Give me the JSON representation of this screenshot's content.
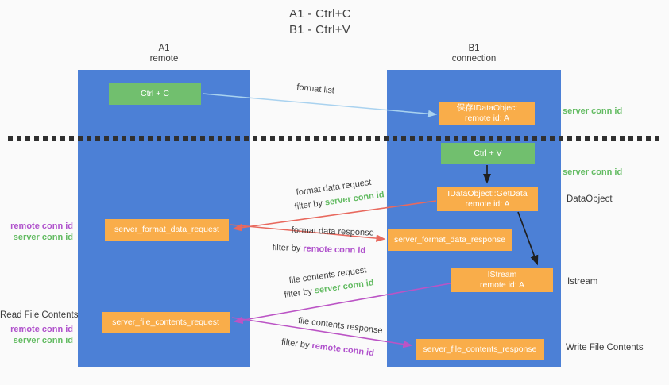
{
  "title": {
    "line1": "A1 - Ctrl+C",
    "line2": "B1 - Ctrl+V"
  },
  "lanes": {
    "a1": {
      "title": "A1",
      "subtitle": "remote"
    },
    "b1": {
      "title": "B1",
      "subtitle": "connection"
    }
  },
  "nodes": {
    "ctrl_c": {
      "label": "Ctrl + C"
    },
    "ctrl_v": {
      "label": "Ctrl + V"
    },
    "save_idataobject": {
      "line1": "保存IDataObject",
      "line2": "remote id: A"
    },
    "idataobject_getdata": {
      "line1": "IDataObject::GetData",
      "line2": "remote id: A"
    },
    "istream": {
      "line1": "IStream",
      "line2": "remote id: A"
    },
    "server_format_data_request": {
      "label": "server_format_data_request"
    },
    "server_format_data_response": {
      "label": "server_format_data_response"
    },
    "server_file_contents_request": {
      "label": "server_file_contents_request"
    },
    "server_file_contents_response": {
      "label": "server_file_contents_response"
    }
  },
  "right_labels": {
    "server_conn_id_top": "server conn id",
    "server_conn_id_mid": "server conn id",
    "dataobject": "DataObject",
    "istream": "Istream",
    "write_file_contents": "Write File Contents"
  },
  "left_labels": {
    "remote_conn_id_1": "remote conn id",
    "server_conn_id_1": "server conn id",
    "read_file_contents": "Read File Contents",
    "remote_conn_id_2": "remote conn id",
    "server_conn_id_2": "server conn id"
  },
  "edge_labels": {
    "format_list": "format list",
    "format_data_request": "format data request",
    "filter_by_prefix": "filter by ",
    "server_conn_id": "server conn id",
    "remote_conn_id": "remote conn id",
    "format_data_response": "format data response",
    "file_contents_request": "file contents request",
    "file_contents_response": "file contents response"
  },
  "colors": {
    "bg": "#fafafa",
    "lane_blue": "#4c80d6",
    "node_green": "#71bf6e",
    "node_orange": "#f9ad4a",
    "arrow_lightblue": "#a9d2ef",
    "arrow_red": "#e8695e",
    "arrow_magenta": "#bb54c5",
    "text_green": "#63bb62",
    "text_purple": "#b052cc"
  }
}
